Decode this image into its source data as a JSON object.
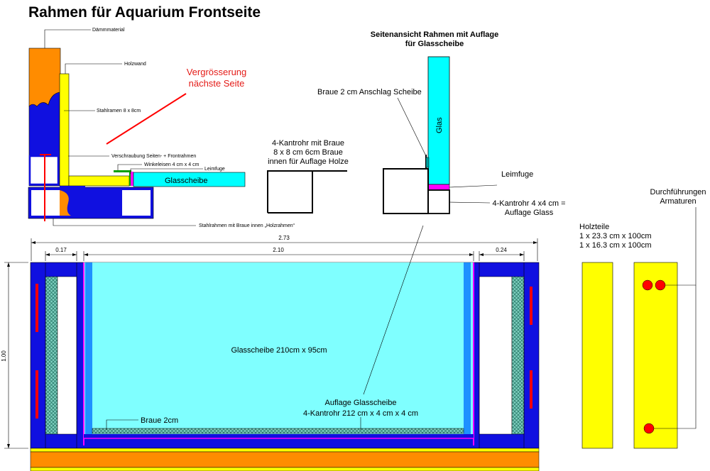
{
  "title": "Rahmen für Aquarium Frontseite",
  "left_detail": {
    "daemmmaterial": "Dämmmaterial",
    "holzwand": "Holzwand",
    "stahlramen": "Stahlramen 8 x 8cm",
    "verschraubung": "Verschraubung Seiten- + Frontrahmen",
    "winkeleisen": "Winkeleisen 4 cm x 4 cm",
    "leimfuge": "Leimfuge",
    "glasscheibe": "Glasscheibe",
    "stahlrahmen_braue": "Stahlrahmen mit Braue innen „Holzrahmen“"
  },
  "vergroesserung": [
    "Vergrösserung",
    "nächste Seite"
  ],
  "kantrohr_label": [
    "4-Kantrohr mit Braue",
    "8 x 8 cm 6cm Braue",
    "innen für Auflage Holze"
  ],
  "side_view": {
    "title": [
      "Seitenansicht Rahmen mit Auflage",
      "für Glasscheibe"
    ],
    "braue": "Braue 2 cm Anschlag Scheibe",
    "glas": "Glas",
    "leimfuge": "Leimfuge",
    "kantrohr": [
      "4-Kantrohr 4 x4 cm =",
      "Auflage Glass"
    ]
  },
  "dimensions": {
    "total_width": "2.73",
    "inner_width": "2.10",
    "left": "0.17",
    "right": "0.24",
    "height": "1.00"
  },
  "front": {
    "glass": "Glasscheibe 210cm x 95cm",
    "auflage": [
      "Auflage Glasscheibe",
      "4-Kantrohr 212 cm x 4 cm x 4 cm"
    ],
    "braue": "Braue 2cm"
  },
  "holzteile": [
    "Holzteile",
    "1 x 23.3 cm x 100cm",
    "1 x 16.3 cm x 100cm"
  ],
  "durchfuehrungen": [
    "Durchführungen",
    "Armaturen"
  ],
  "colors": {
    "blue": "#1010e0",
    "yellow": "#ffff00",
    "orange": "#ff8c00",
    "cyan": "#00ffff",
    "glass": "#7fffff",
    "magenta": "#ff00ff",
    "red": "#ff0000",
    "teal": "#4aa89a"
  }
}
